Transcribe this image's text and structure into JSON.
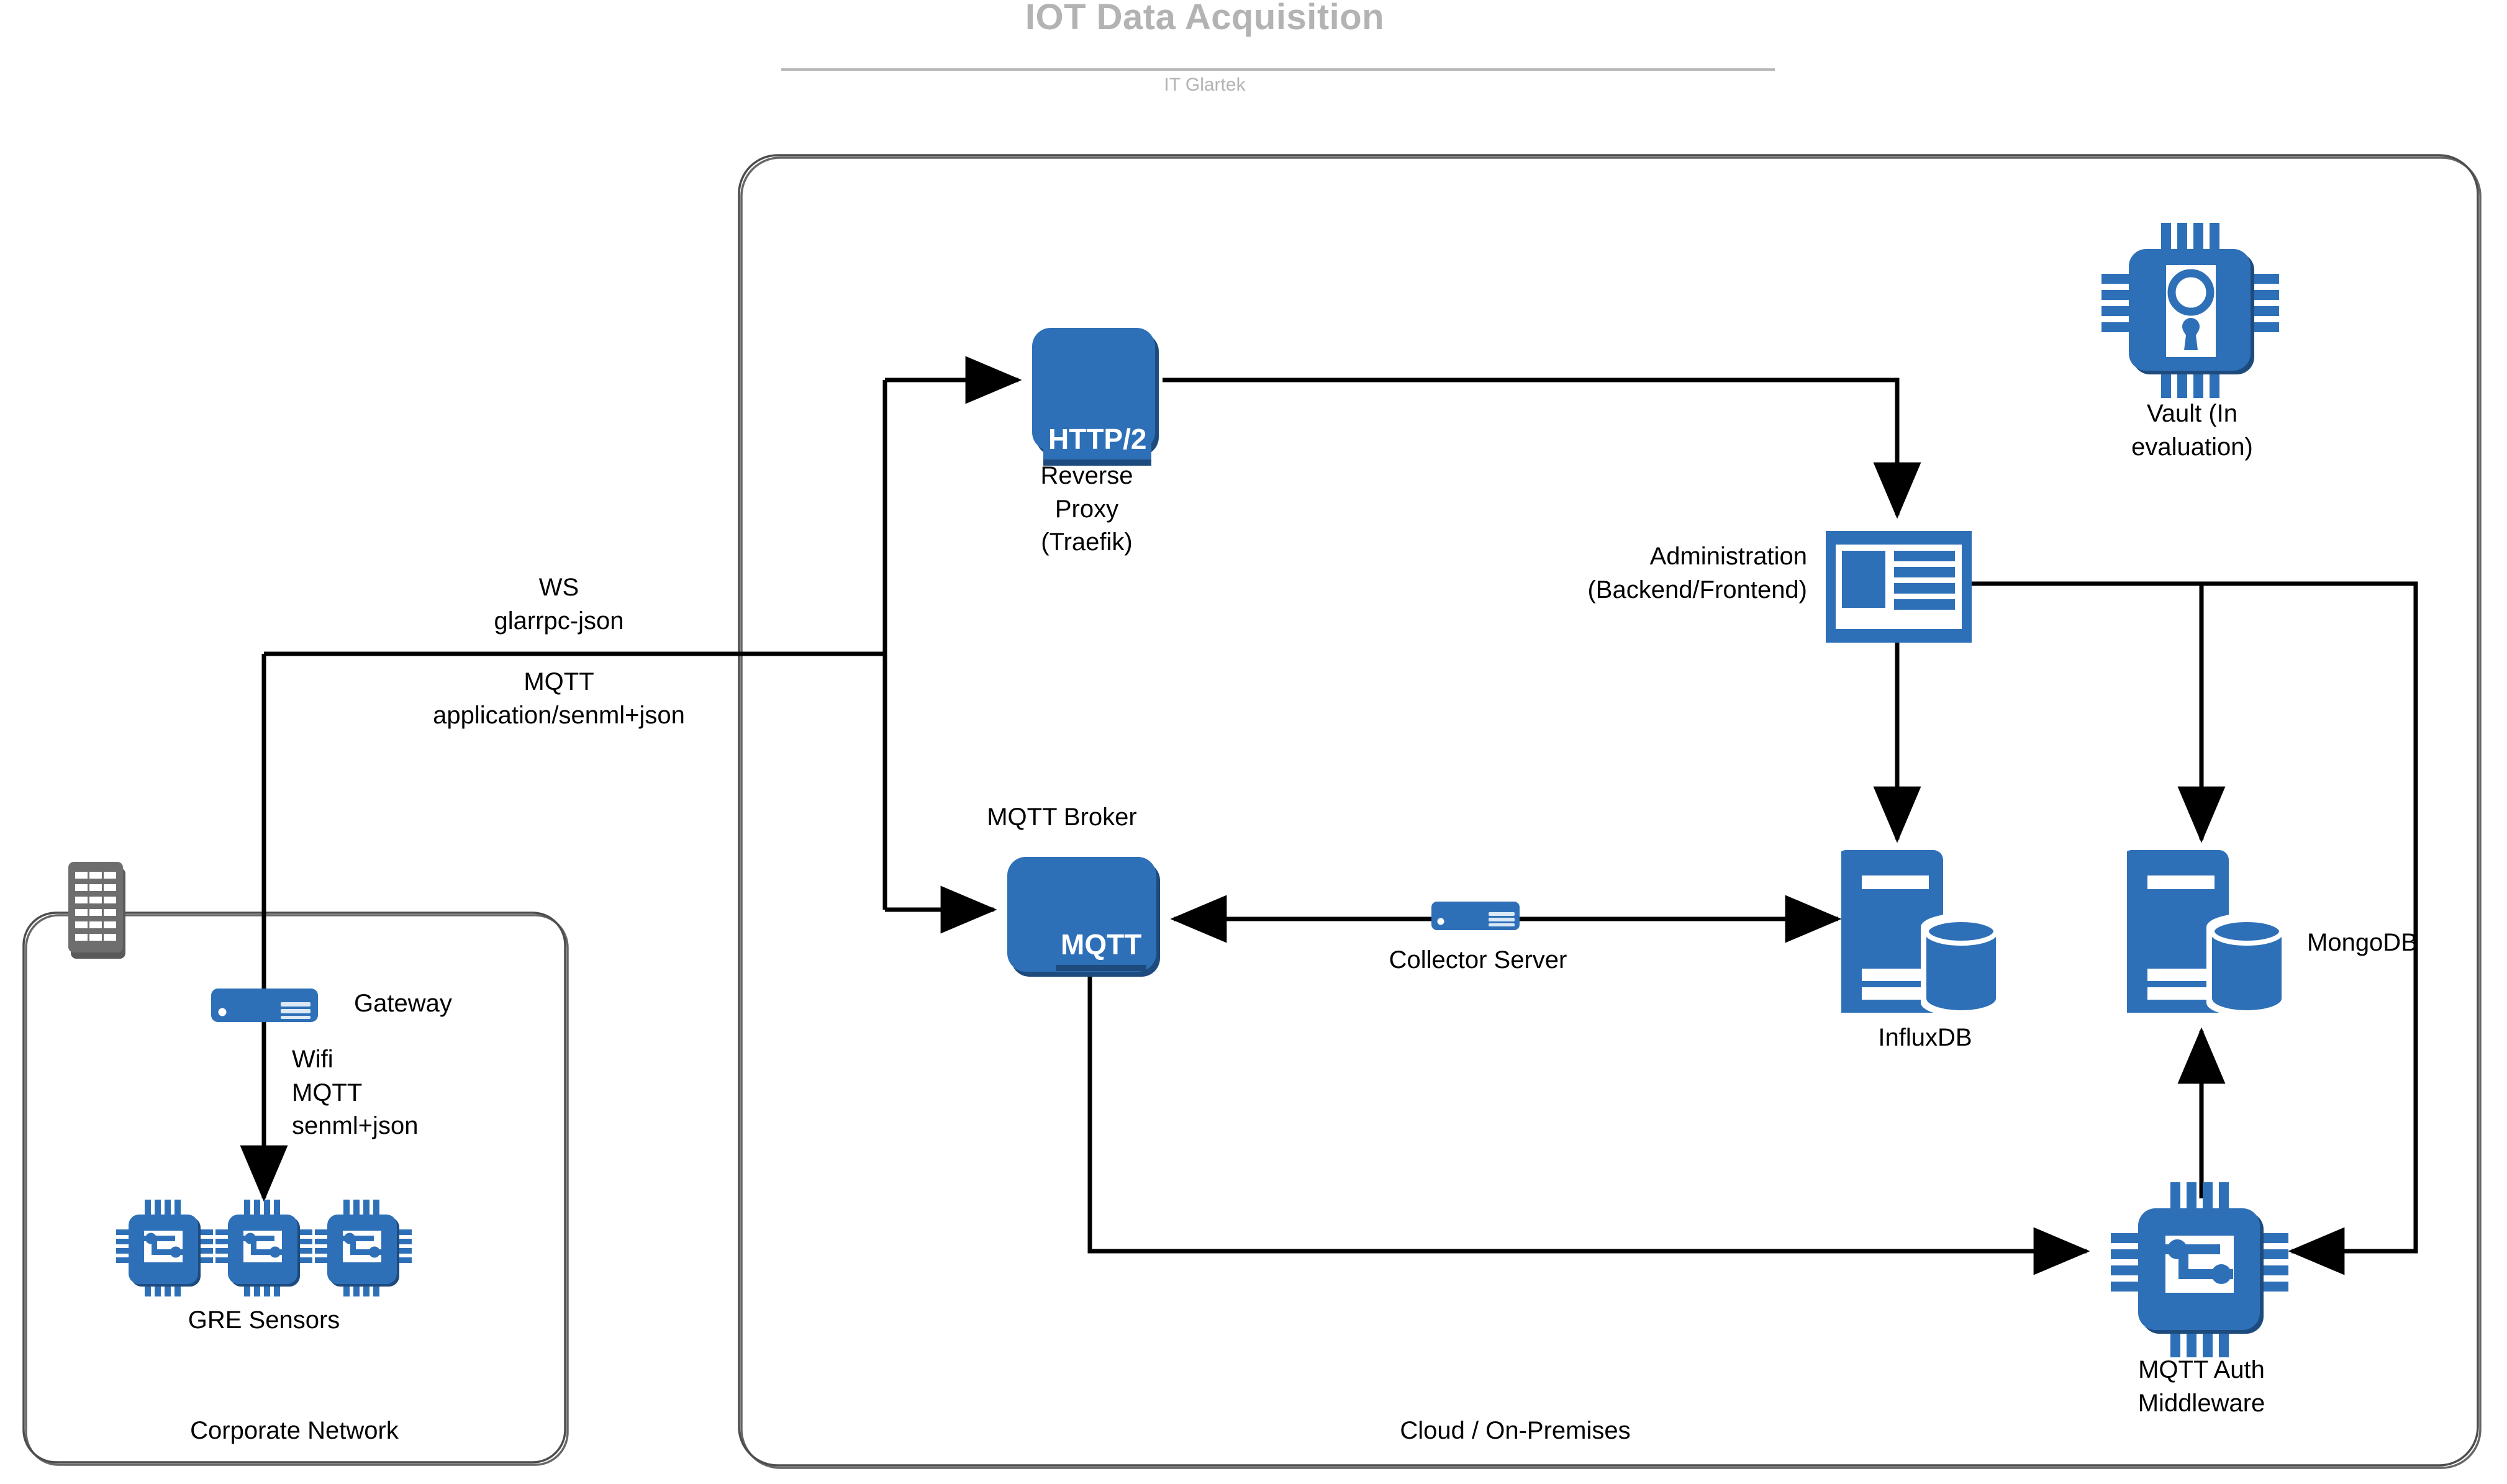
{
  "header": {
    "title": "IOT Data Acquisition",
    "subtitle": "IT Glartek"
  },
  "groups": [
    {
      "id": "corporate-network",
      "label": "Corporate Network"
    },
    {
      "id": "cloud-on-premises",
      "label": "Cloud / On-Premises"
    }
  ],
  "nodes": {
    "building": {
      "label": "",
      "icon": "building-icon"
    },
    "gateway": {
      "label": "Gateway",
      "icon": "server-icon"
    },
    "sensors": {
      "label": "GRE Sensors",
      "icon": "chip-icon",
      "count": 3
    },
    "reverse_proxy": {
      "label": "Reverse\nProxy\n(Traefik)",
      "badge": "HTTP/2",
      "icon": "rounded-square-icon"
    },
    "mqtt_broker": {
      "label": "MQTT Broker",
      "badge": "MQTT",
      "icon": "rounded-square-icon"
    },
    "collector": {
      "label": "Collector Server",
      "icon": "server-icon"
    },
    "administration": {
      "label": "Administration\n(Backend/Frontend)",
      "icon": "dashboard-icon"
    },
    "vault": {
      "label": "Vault (In\nevaluation)",
      "icon": "chip-lock-icon"
    },
    "influxdb": {
      "label": "InfluxDB",
      "icon": "database-icon"
    },
    "mongodb": {
      "label": "MongoDB",
      "icon": "database-icon"
    },
    "mqtt_auth": {
      "label": "MQTT Auth\nMiddleware",
      "icon": "chip-icon"
    }
  },
  "edge_labels": {
    "ws": "WS\nglarrpc-json",
    "mqtt": "MQTT\napplication/senml+json",
    "wifi_link": "Wifi\nMQTT\nsenml+json"
  },
  "colors": {
    "accent_blue": "#2e70b8",
    "accent_blue_dark": "#1d4b7d",
    "building_gray": "#6e6e6e",
    "title_gray": "#b3b3b3",
    "line_black": "#000000",
    "group_border": "#4d4d4d"
  }
}
